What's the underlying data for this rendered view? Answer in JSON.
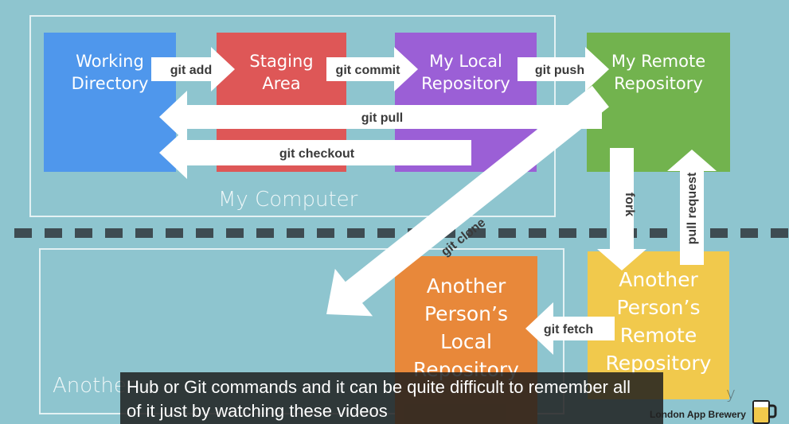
{
  "boxes": {
    "working_directory": "Working\nDirectory",
    "staging_area": "Staging\nArea",
    "local_repository": "My Local\nRepository",
    "remote_repository": "My Remote\nRepository",
    "another_local": "Another\nPerson’s\nLocal\nRepository",
    "another_remote": "Another\nPerson’s\nRemote\nRepository"
  },
  "regions": {
    "my_computer": "My Computer",
    "another_computer": "Another",
    "faded_right": "y"
  },
  "arrows": {
    "git_add": "git add",
    "git_commit": "git commit",
    "git_push": "git push",
    "git_pull": "git pull",
    "git_checkout": "git checkout",
    "git_clone": "git clone",
    "fork": "fork",
    "pull_request": "pull request",
    "git_fetch": "git fetch"
  },
  "caption": {
    "line1": "Hub or Git commands and it can be quite difficult to remember all",
    "line2": "of it just by watching these videos"
  },
  "brand": "London App Brewery",
  "colors": {
    "background": "#8ec5cf",
    "working_directory": "#4f97ec",
    "staging_area": "#de5757",
    "local_repository": "#9b5fd6",
    "remote_repository": "#72b34e",
    "another_local": "#e8883a",
    "another_remote": "#f1c94c",
    "divider": "#3e4c52"
  }
}
